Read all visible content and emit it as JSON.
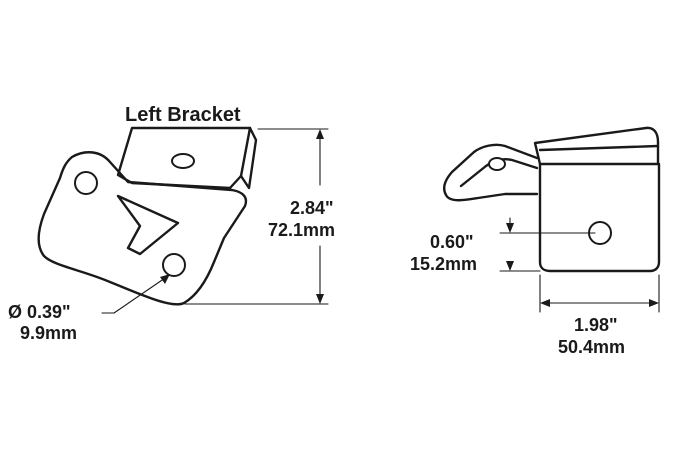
{
  "title": "Left Bracket",
  "dimensions": {
    "height_in": "2.84\"",
    "height_mm": "72.1mm",
    "hole_diameter_in": "Ø 0.39\"",
    "hole_diameter_mm": "9.9mm",
    "hole_offset_in": "0.60\"",
    "hole_offset_mm": "15.2mm",
    "width_in": "1.98\"",
    "width_mm": "50.4mm"
  }
}
